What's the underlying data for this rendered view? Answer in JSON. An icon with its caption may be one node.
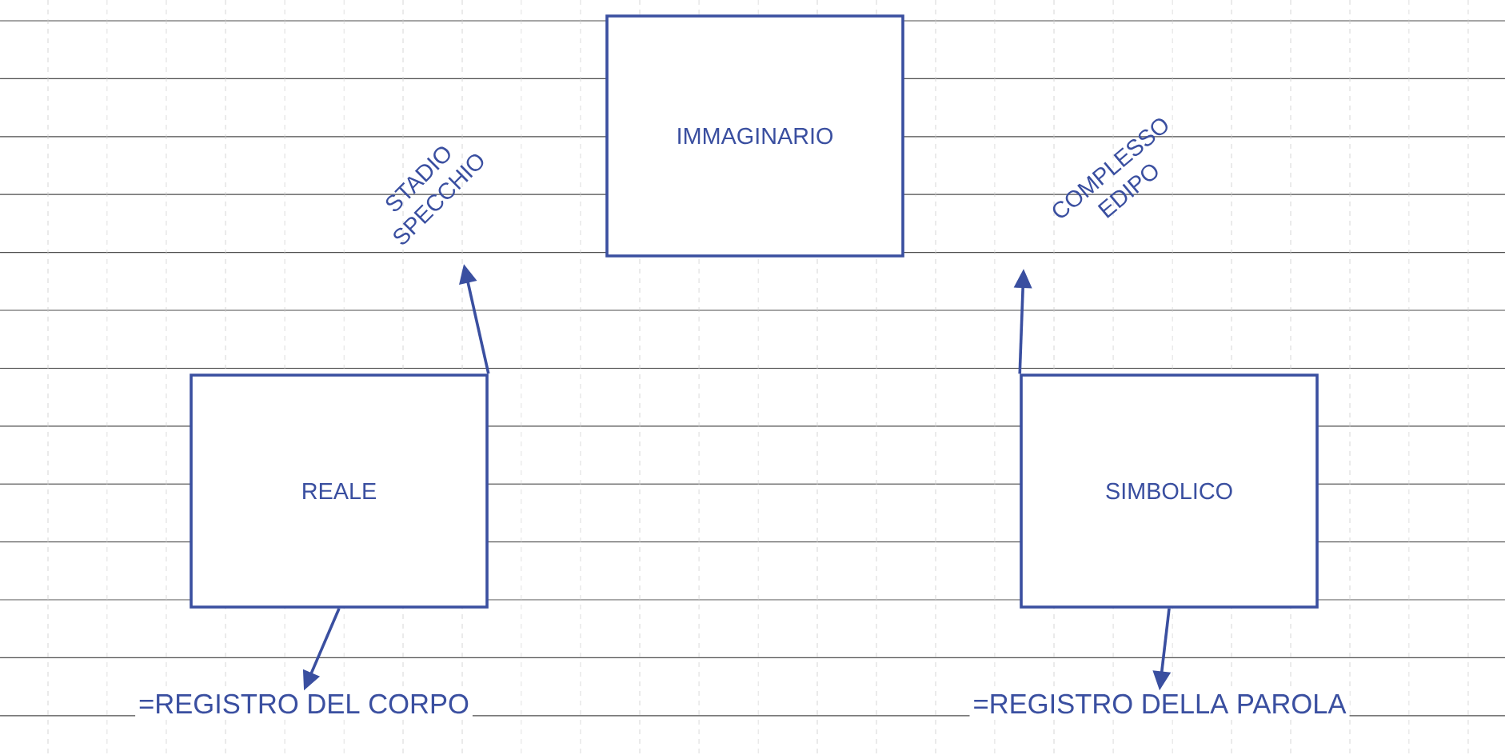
{
  "diagram": {
    "nodes": [
      {
        "text": [
          "IMMAGINARIO"
        ]
      },
      {
        "text": [
          "REALE"
        ]
      },
      {
        "text": [
          "SIMBOLICO"
        ]
      },
      {
        "text": [
          "=REGISTRO DEL CORPO"
        ]
      },
      {
        "text": [
          "=REGISTRO DELLA PAROLA"
        ]
      }
    ],
    "edges": [
      {
        "from": 1,
        "to": null,
        "arrow": "to",
        "label": "STADIO SPECCHIO"
      },
      {
        "from": 2,
        "to": null,
        "arrow": "to",
        "label": "COMPLESSO EDIPO"
      },
      {
        "from": 1,
        "to": 3,
        "arrow": "to"
      },
      {
        "from": 2,
        "to": 4,
        "arrow": "to"
      }
    ]
  }
}
